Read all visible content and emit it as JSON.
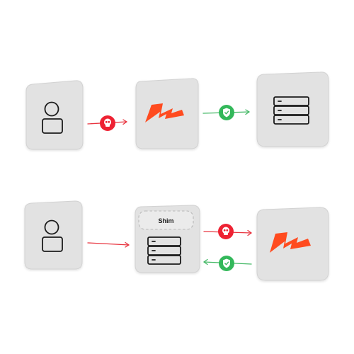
{
  "diagram": {
    "top_row": {
      "user_node": {
        "icon": "user-icon"
      },
      "warning_badge": {
        "icon": "skull-icon",
        "color": "#ee2233"
      },
      "middle_node": {
        "icon": "lightning-bolt-logo",
        "color": "#ff4b1f"
      },
      "secure_badge": {
        "icon": "shield-check-icon",
        "color": "#33b85a"
      },
      "server_node": {
        "icon": "server-rack-icon"
      }
    },
    "bottom_row": {
      "user_node": {
        "icon": "user-icon"
      },
      "shim_node": {
        "label": "Shim",
        "icon": "server-rack-icon"
      },
      "warning_badge": {
        "icon": "skull-icon",
        "color": "#ee2233"
      },
      "secure_badge": {
        "icon": "shield-check-icon",
        "color": "#33b85a"
      },
      "logo_node": {
        "icon": "lightning-bolt-logo",
        "color": "#ff4b1f"
      }
    },
    "colors": {
      "tile": "#e2e2e2",
      "tile_border": "#d2d2d2",
      "stroke": "#1b1b1b",
      "red_arrow": "#e8343f",
      "green_arrow": "#43b865"
    }
  }
}
